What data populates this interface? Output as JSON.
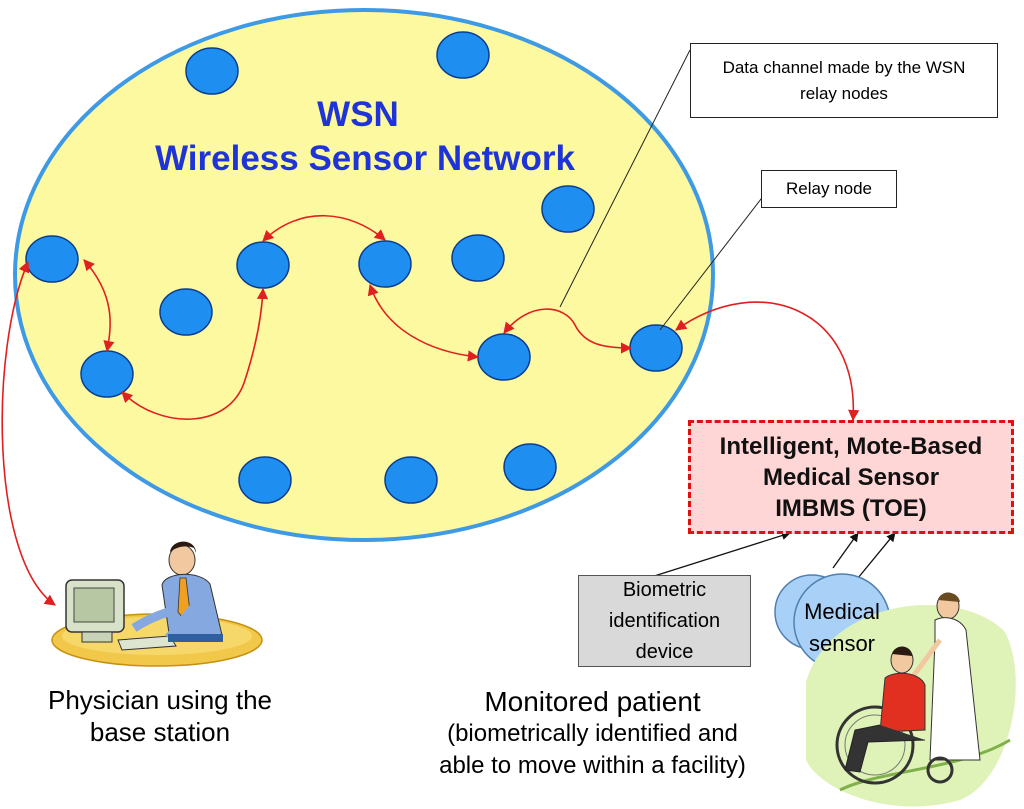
{
  "network": {
    "acronym": "WSN",
    "full_name": "Wireless Sensor Network",
    "fill_color": "#fdf9a0",
    "border_color": "#3f9ae6",
    "node_color": "#1e8ff0"
  },
  "callouts": {
    "data_channel": "Data channel made by the WSN relay nodes",
    "relay_node": "Relay node"
  },
  "toe_box": {
    "line1": "Intelligent, Mote-Based",
    "line2": "Medical Sensor",
    "line3": "IMBMS (TOE)",
    "fill_color": "#ffd6d6",
    "border_color": "#e01010"
  },
  "biometric_device": {
    "line1": "Biometric",
    "line2": "identification",
    "line3": "device"
  },
  "medical_sensor": {
    "line1": "Medical",
    "line2": "sensor"
  },
  "physician": {
    "line1": "Physician using the",
    "line2": "base station"
  },
  "patient": {
    "line1": "Monitored patient",
    "line2": "(biometrically identified and",
    "line3": "able to move within a facility)"
  },
  "link_color": "#e02020"
}
